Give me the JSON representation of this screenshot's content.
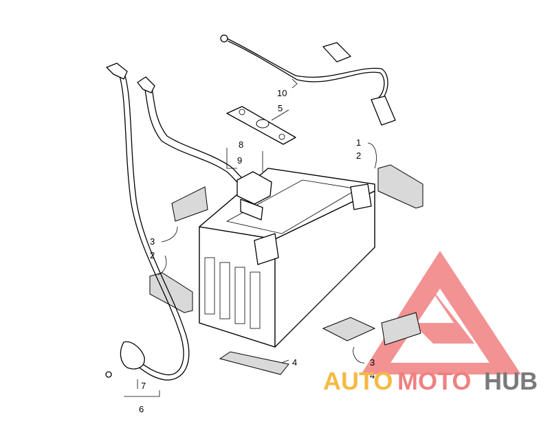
{
  "diagram": {
    "callouts": [
      {
        "id": "c1",
        "text": "1"
      },
      {
        "id": "c2a",
        "text": "2"
      },
      {
        "id": "c2b",
        "text": "2"
      },
      {
        "id": "c3a",
        "text": "3"
      },
      {
        "id": "c3b",
        "text": "3"
      },
      {
        "id": "c4a",
        "text": "4"
      },
      {
        "id": "c4b",
        "text": "4"
      },
      {
        "id": "c5",
        "text": "5"
      },
      {
        "id": "c6",
        "text": "6"
      },
      {
        "id": "c7",
        "text": "7"
      },
      {
        "id": "c8",
        "text": "8"
      },
      {
        "id": "c9",
        "text": "9"
      },
      {
        "id": "c10",
        "text": "10"
      }
    ]
  },
  "watermark": {
    "part1": "AUTO",
    "part2": "MOTO",
    "part3": "HUB",
    "colors": {
      "auto": "#f5b942",
      "moto": "#f08080",
      "hub": "#7a7a7a",
      "triangle": "#f08080"
    }
  }
}
